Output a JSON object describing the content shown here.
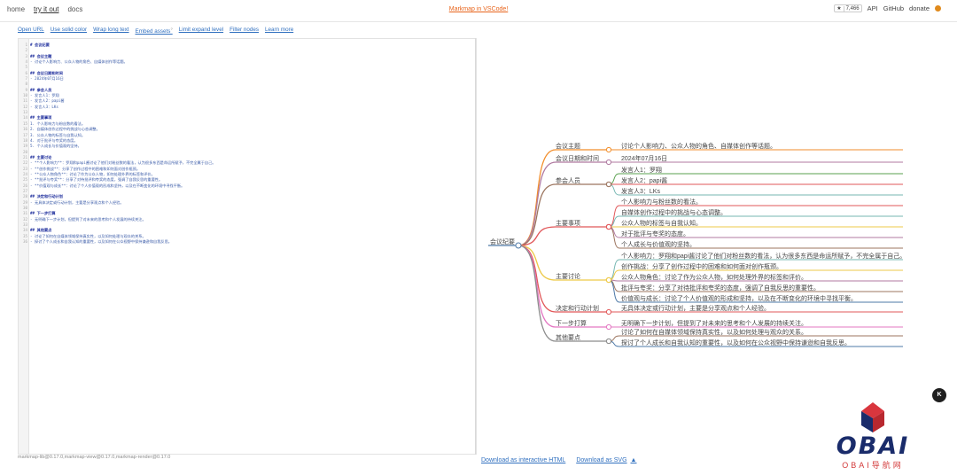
{
  "nav": {
    "items": [
      {
        "label": "home"
      },
      {
        "label": "try it out"
      },
      {
        "label": "docs"
      }
    ],
    "center_link": "Markmap in VSCode!",
    "star_count": "7,466",
    "right": [
      "API",
      "GitHub",
      "donate"
    ]
  },
  "toolbar": {
    "items": [
      "Open URL",
      "Use solid color",
      "Wrap long text",
      "Embed assets",
      "Limit expand level",
      "Filter nodes",
      "Learn more"
    ],
    "embed_sup": "?"
  },
  "editor": {
    "lines": [
      {
        "n": "1",
        "t": "# 会议纪要",
        "h": true
      },
      {
        "n": "2",
        "t": "",
        "h": false
      },
      {
        "n": "3",
        "t": "## 会议主题",
        "h": true
      },
      {
        "n": "4",
        "t": "- 讨论个人影响力、公众人物的角色、自媒体创作等话题。",
        "h": false
      },
      {
        "n": "5",
        "t": "",
        "h": false
      },
      {
        "n": "6",
        "t": "## 会议日期和时间",
        "h": true
      },
      {
        "n": "7",
        "t": "- 2024年07月16日",
        "h": false
      },
      {
        "n": "8",
        "t": "",
        "h": false
      },
      {
        "n": "9",
        "t": "## 参会人员",
        "h": true
      },
      {
        "n": "10",
        "t": "- 发言人1：罗翔",
        "h": false
      },
      {
        "n": "11",
        "t": "- 发言人2：papi酱",
        "h": false
      },
      {
        "n": "12",
        "t": "- 发言人3：LKs",
        "h": false
      },
      {
        "n": "13",
        "t": "",
        "h": false
      },
      {
        "n": "14",
        "t": "## 主要事项",
        "h": true
      },
      {
        "n": "15",
        "t": "1. 个人影响力与粉丝数的看法。",
        "h": false
      },
      {
        "n": "16",
        "t": "2. 自媒体创作过程中的挑战与心态调整。",
        "h": false
      },
      {
        "n": "17",
        "t": "3. 公众人物的标签与自我认知。",
        "h": false
      },
      {
        "n": "18",
        "t": "4. 对于批评与夸奖的态度。",
        "h": false
      },
      {
        "n": "19",
        "t": "5. 个人成长与价值观的坚持。",
        "h": false
      },
      {
        "n": "20",
        "t": "",
        "h": false
      },
      {
        "n": "21",
        "t": "## 主要讨论",
        "h": true
      },
      {
        "n": "22",
        "t": "- **个人影响力**：罗翔和papi酱讨论了他们对粉丝数的看法，认为很多东西是命运所赋予，不完全属于自己。",
        "h": false
      },
      {
        "n": "23",
        "t": "- **创作挑战**：分享了创作过程中的困难和如何面对创作瓶颈。",
        "h": false
      },
      {
        "n": "24",
        "t": "- **公众人物角色**：讨论了作为公众人物，如何处理外界的标签和评价。",
        "h": false
      },
      {
        "n": "25",
        "t": "- **批评与夸奖**：分享了对待批评和夸奖的态度，强调了自我反思的重要性。",
        "h": false
      },
      {
        "n": "26",
        "t": "- **价值观与成长**：讨论了个人价值观的形成和坚持，以及在不断变化的环境中寻找平衡。",
        "h": false
      },
      {
        "n": "27",
        "t": "",
        "h": false
      },
      {
        "n": "28",
        "t": "## 决定和行动计划",
        "h": true
      },
      {
        "n": "29",
        "t": "- 无具体决定或行动计划，主要是分享观点和个人经验。",
        "h": false
      },
      {
        "n": "30",
        "t": "",
        "h": false
      },
      {
        "n": "31",
        "t": "## 下一步打算",
        "h": true
      },
      {
        "n": "32",
        "t": "- 无明确下一步计划，但提到了对未来的思考和个人发展的持续关注。",
        "h": false
      },
      {
        "n": "33",
        "t": "",
        "h": false
      },
      {
        "n": "34",
        "t": "## 其他要点",
        "h": true
      },
      {
        "n": "35",
        "t": "- 讨论了如何在自媒体领域保持真实性，以及如何处理与观众的关系。",
        "h": false
      },
      {
        "n": "36",
        "t": "- 探讨了个人成长和自我认知的重要性，以及如何在公众视野中保持谦逊和自我反思。",
        "h": false
      }
    ]
  },
  "mindmap": {
    "root": "会议纪要",
    "branches": [
      {
        "label": "会议主题",
        "color": "#f28e2b",
        "children": [
          {
            "bold": "",
            "text": "讨论个人影响力、公众人物的角色、自媒体创作等话题。"
          }
        ]
      },
      {
        "label": "会议日期和时间",
        "color": "#b07aa1",
        "children": [
          {
            "bold": "",
            "text": "2024年07月16日"
          }
        ]
      },
      {
        "label": "参会人员",
        "color": "#9c755f",
        "children": [
          {
            "bold": "",
            "text": "发言人1：罗翔"
          },
          {
            "bold": "",
            "text": "发言人2：papi酱"
          },
          {
            "bold": "",
            "text": "发言人3：LKs"
          }
        ]
      },
      {
        "label": "主要事项",
        "color": "#e15759",
        "children": [
          {
            "bold": "",
            "text": "个人影响力与粉丝数的看法。"
          },
          {
            "bold": "",
            "text": "自媒体创作过程中的挑战与心态调整。"
          },
          {
            "bold": "",
            "text": "公众人物的标签与自我认知。"
          },
          {
            "bold": "",
            "text": "对于批评与夸奖的态度。"
          },
          {
            "bold": "",
            "text": "个人成长与价值观的坚持。"
          }
        ]
      },
      {
        "label": "主要讨论",
        "color": "#edc948",
        "children": [
          {
            "bold": "个人影响力",
            "text": "：罗翔和papi酱讨论了他们对粉丝数的看法，认为很多东西是命运所赋予，不完全属于自己。"
          },
          {
            "bold": "创作挑战",
            "text": "：分享了创作过程中的困难和如何面对创作瓶颈。"
          },
          {
            "bold": "公众人物角色",
            "text": "：讨论了作为公众人物，如何处理外界的标签和评价。"
          },
          {
            "bold": "批评与夸奖",
            "text": "：分享了对待批评和夸奖的态度，强调了自我反思的重要性。"
          },
          {
            "bold": "价值观与成长",
            "text": "：讨论了个人价值观的形成和坚持，以及在不断变化的环境中寻找平衡。"
          }
        ]
      },
      {
        "label": "决定和行动计划",
        "color": "#e15759",
        "children": [
          {
            "bold": "",
            "text": "无具体决定或行动计划，主要是分享观点和个人经验。"
          }
        ]
      },
      {
        "label": "下一步打算",
        "color": "#e377c2",
        "children": [
          {
            "bold": "",
            "text": "无明确下一步计划，但提到了对未来的思考和个人发展的持续关注。"
          }
        ]
      },
      {
        "label": "其他要点",
        "color": "#8c8c8c",
        "children": [
          {
            "bold": "",
            "text": "讨论了如何在自媒体领域保持真实性，以及如何处理与观众的关系。"
          },
          {
            "bold": "",
            "text": "探讨了个人成长和自我认知的重要性，以及如何在公众视野中保持谦逊和自我反思。"
          }
        ]
      }
    ]
  },
  "footer": {
    "versions": "markmap-lib@0.17.0,markmap-view@0.17.0,markmap-render@0.17.0",
    "download_html": "Download as interactive HTML",
    "download_svg": "Download as SVG",
    "warn_icon": "warning-icon"
  },
  "logo": {
    "name": "OBAI",
    "sub": "OBAI导航网"
  },
  "fab_label": "K"
}
